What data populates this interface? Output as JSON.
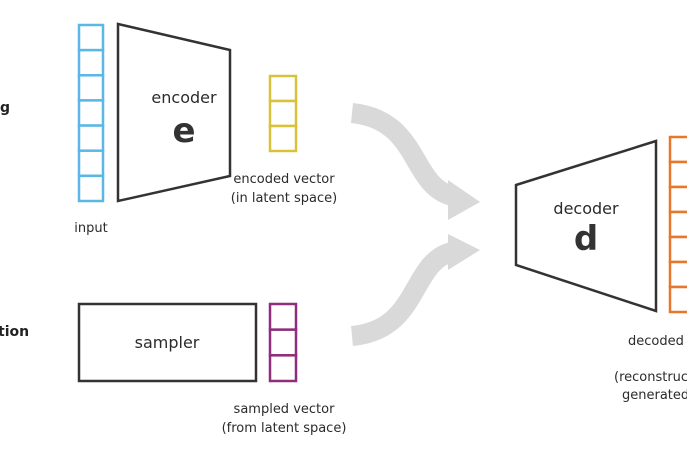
{
  "left_edge": {
    "top_text": "g",
    "bottom_text": "tion"
  },
  "encoder": {
    "name": "encoder",
    "symbol": "e"
  },
  "input": {
    "label": "input"
  },
  "encoded_vector": {
    "line1": "encoded vector",
    "line2": "(in latent space)"
  },
  "sampler": {
    "label": "sampler"
  },
  "sampled_vector": {
    "line1": "sampled vector",
    "line2": "(from latent space)"
  },
  "decoder": {
    "name": "decoder",
    "symbol": "d"
  },
  "decoded": {
    "line1": "decoded",
    "line2": "(reconstruct",
    "line3": "generated"
  },
  "colors": {
    "input_vector": "#5bb8e6",
    "encoded_vector": "#d7c23a",
    "sampled_vector": "#8e2f7d",
    "decoded_vector": "#e8772e",
    "arrow": "#d9d9d9",
    "shape_stroke": "#333333"
  }
}
